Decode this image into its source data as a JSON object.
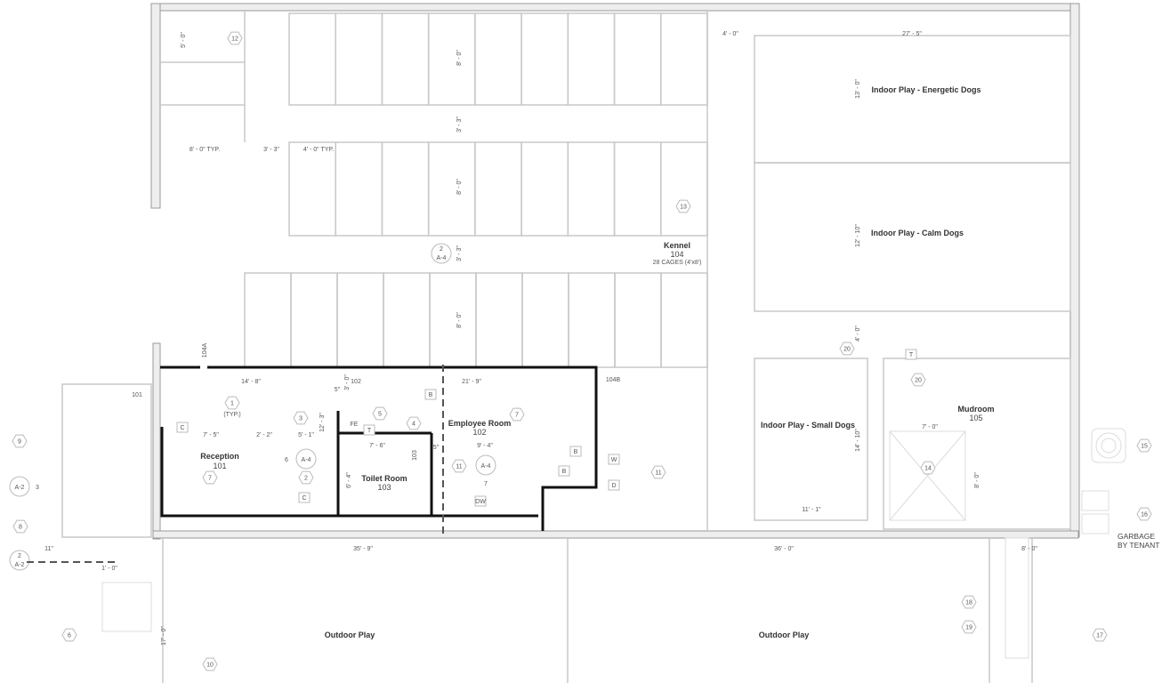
{
  "rooms": {
    "reception": {
      "name": "Reception",
      "number": "101"
    },
    "employee": {
      "name": "Employee Room",
      "number": "102"
    },
    "toilet": {
      "name": "Toilet Room",
      "number": "103"
    },
    "kennel": {
      "name": "Kennel",
      "number": "104",
      "note": "28 CAGES (4'x8')"
    },
    "mudroom": {
      "name": "Mudroom",
      "number": "105"
    },
    "energetic": {
      "name": "Indoor Play - Energetic Dogs"
    },
    "calm": {
      "name": "Indoor Play - Calm Dogs"
    },
    "small": {
      "name": "Indoor Play - Small Dogs"
    },
    "outdoor_left": {
      "name": "Outdoor Play"
    },
    "outdoor_right": {
      "name": "Outdoor Play"
    }
  },
  "dimensions": [
    "5' - 0\"",
    "8' - 0\"",
    "3' - 3\"",
    "8' - 0\" TYP.",
    "3' - 3\"",
    "4' - 0\" TYP.",
    "8' - 0\"",
    "3' - 3\"",
    "8' - 0\"",
    "4' - 0\"",
    "27' - 5\"",
    "13' - 0\"",
    "12' - 10\"",
    "4' - 0\"",
    "14' - 10\"",
    "11' - 1\"",
    "7' - 0\"",
    "8' - 0\"",
    "14' - 8\"",
    "3' - 0\"",
    "7' - 5\"",
    "2' - 2\"",
    "5' - 1\"",
    "12' - 3\"",
    "7' - 6\"",
    "6' - 4\"",
    "21' - 9\"",
    "9' - 4\"",
    "5\"",
    "5\"",
    "35' - 9\"",
    "36' - 0\"",
    "8' - 0\"",
    "17' - 0\"",
    "11\"",
    "1' - 0\""
  ],
  "door_tags": [
    "101",
    "102",
    "103",
    "104A",
    "104B"
  ],
  "keynotes": [
    "1",
    "2",
    "3",
    "4",
    "5",
    "6",
    "7",
    "7",
    "8",
    "9",
    "10",
    "11",
    "11",
    "12",
    "13",
    "14",
    "15",
    "16",
    "17",
    "18",
    "19",
    "20",
    "20"
  ],
  "small_tags": {
    "typ": "(TYP.)",
    "fe": "FE",
    "t": "T",
    "c": "C",
    "b": "B",
    "w": "W",
    "d": "D",
    "dw": "DW"
  },
  "section_marks": {
    "a4": "A-4",
    "a2": "A-2",
    "two": "2",
    "three": "3",
    "six": "6",
    "seven": "7"
  },
  "garbage_note": [
    "GARBAGE",
    "BY TENANT"
  ]
}
